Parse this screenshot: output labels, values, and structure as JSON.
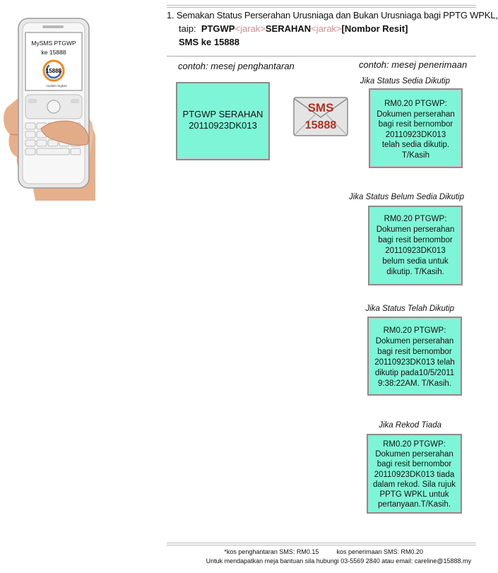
{
  "phone": {
    "screen_line1": "MySMS   PTGWP",
    "screen_line2": "ke  15888",
    "logo_number": "15888",
    "logo_tagline": "mudah.ringkas"
  },
  "instruction": {
    "line1": "1. Semakan Status Perserahan Urusniaga dan Bukan Urusniaga bagi PPTG WPKL,",
    "taip_label": "taip:",
    "code": "PTGWP",
    "jarak1": "<jarak>",
    "keyword": "SERAHAN",
    "jarak2": "<jarak>",
    "nombor_resit": "[Nombor Resit]",
    "sms_to": "SMS ke 15888"
  },
  "columns": {
    "sent_heading": "contoh: mesej penghantaran",
    "received_heading": "contoh: mesej penerimaan"
  },
  "sent_message": {
    "lines": [
      "PTGWP SERAHAN",
      "20110923DK013"
    ]
  },
  "envelope": {
    "label_top": "SMS",
    "label_bottom": "15888",
    "accent_color": "#b5301e"
  },
  "responses": [
    {
      "status": "Jika Status Sedia Dikutip",
      "lines": [
        "RM0.20 PTGWP:",
        "Dokumen perserahan",
        "bagi resit bernombor",
        "20110923DK013",
        "telah sedia dikutip.",
        "T/Kasih"
      ]
    },
    {
      "status": "Jika Status Belum Sedia Dikutip",
      "lines": [
        "RM0.20 PTGWP:",
        "Dokumen perserahan",
        "bagi resit bernombor",
        "20110923DK013",
        "belum sedia untuk",
        "dikutip. T/Kasih."
      ]
    },
    {
      "status": "Jika Status Telah Dikutip",
      "lines": [
        "RM0.20 PTGWP:",
        "Dokumen perserahan",
        "bagi resit bernombor",
        "20110923DK013 telah",
        "dikutip pada10/5/2011",
        "9:38:22AM. T/Kasih."
      ]
    },
    {
      "status": "Jika Rekod Tiada",
      "lines": [
        "RM0.20 PTGWP:",
        "Dokumen perserahan",
        "bagi resit bernombor",
        "20110923DK013  tiada",
        "dalam rekod.  Sila rujuk",
        "PPTG WPKL untuk",
        "pertanyaan.T/Kasih."
      ]
    }
  ],
  "footer": {
    "costs": "*kos penghantaran SMS: RM0.15          kos penerimaan SMS: RM0.20",
    "helpdesk": "Untuk mendapatkan meja bantuan sila hubungi 03-5569 2840 atau email: careline@15888.my"
  },
  "colors": {
    "message_box": "#7ff5d7",
    "placeholder": "#e8868a",
    "box_border": "#8d8d8d"
  }
}
